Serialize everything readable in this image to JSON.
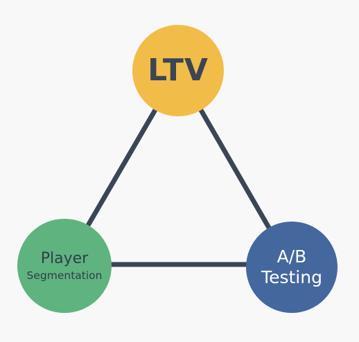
{
  "diagram": {
    "colors": {
      "background": "#f8f8f8",
      "edge": "#3a4555",
      "ltv_fill": "#f1bd48",
      "player_fill": "#5fb37f",
      "ab_fill": "#44679d"
    },
    "nodes": {
      "ltv": {
        "label": "LTV"
      },
      "player": {
        "line1": "Player",
        "line2": "Segmentation"
      },
      "ab": {
        "line1": "A/B",
        "line2": "Testing"
      }
    },
    "edges": [
      {
        "from": "ltv",
        "to": "player"
      },
      {
        "from": "ltv",
        "to": "ab"
      },
      {
        "from": "player",
        "to": "ab"
      }
    ]
  }
}
